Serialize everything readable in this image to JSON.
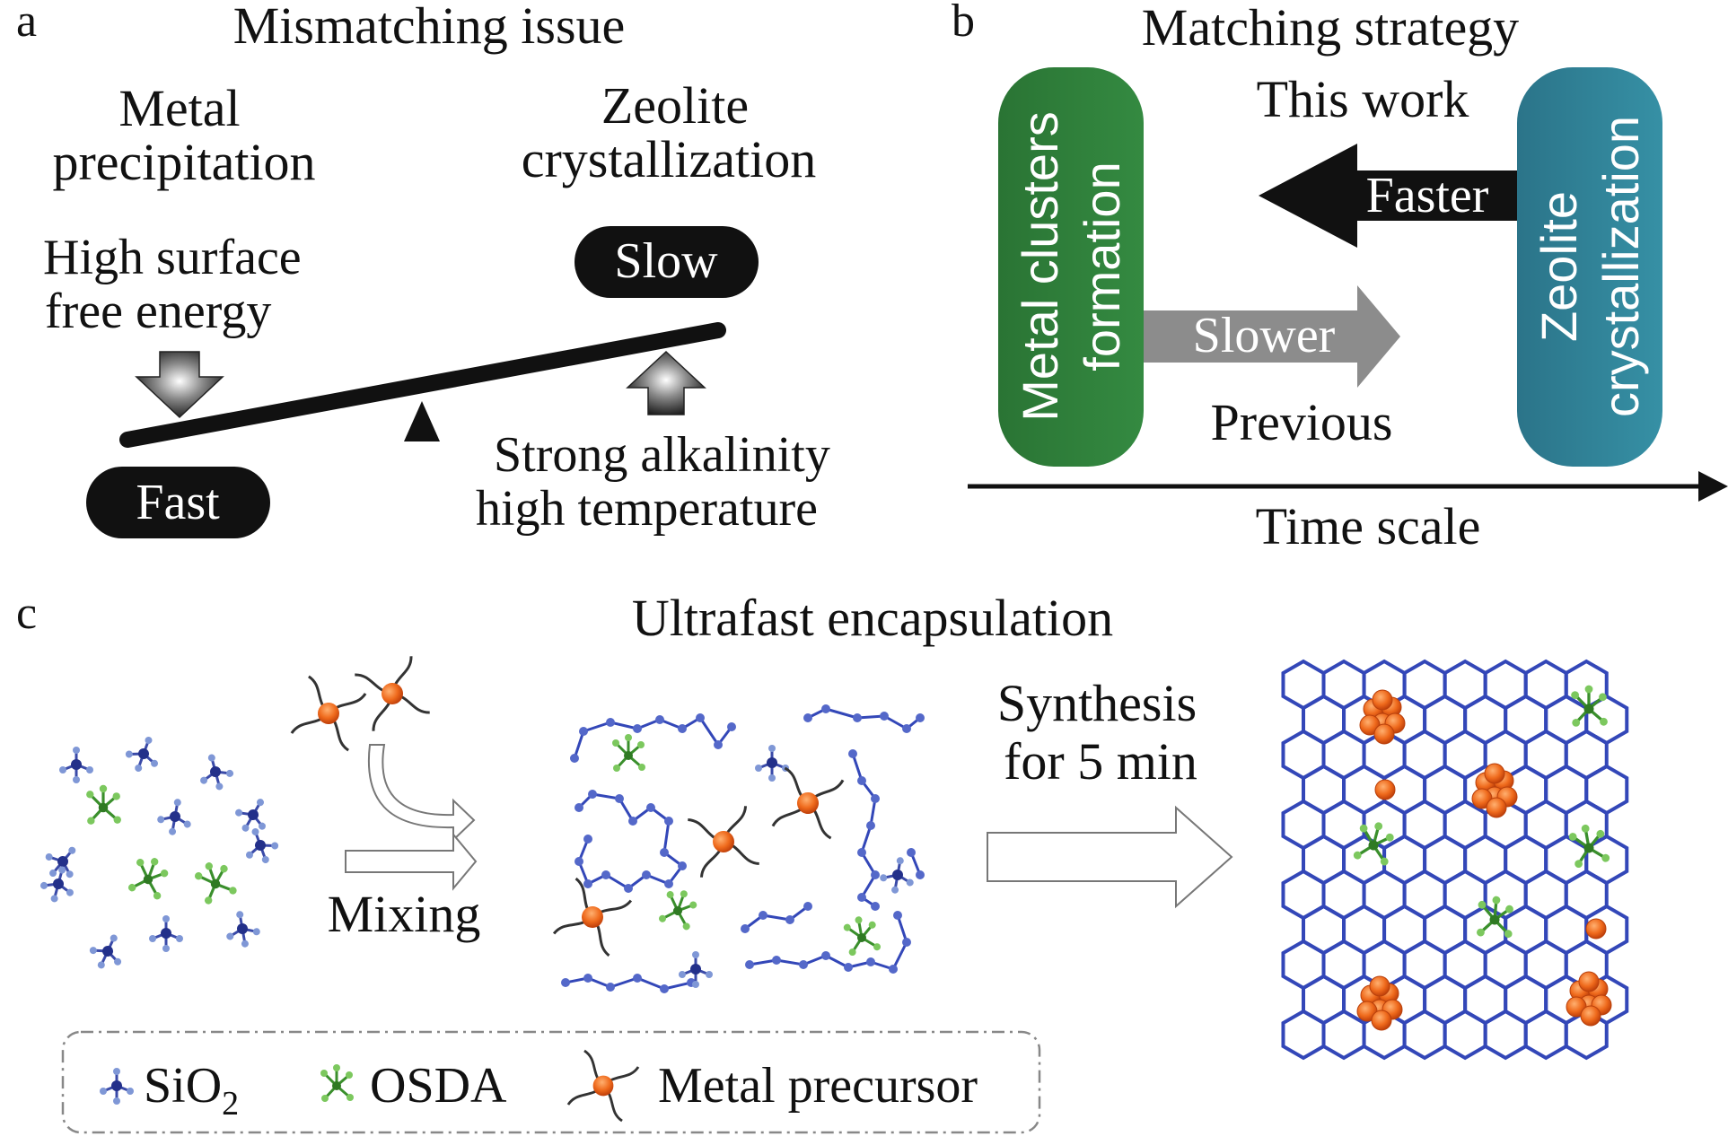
{
  "panel_a": {
    "letter": "a",
    "title": "Mismatching issue",
    "left_heading": [
      "Metal",
      "precipitation"
    ],
    "right_heading": [
      "Zeolite",
      "crystallization"
    ],
    "left_note": [
      "High surface",
      "free energy"
    ],
    "right_note": [
      "Strong alkalinity",
      "high temperature"
    ],
    "fast_badge": "Fast",
    "slow_badge": "Slow"
  },
  "panel_b": {
    "letter": "b",
    "title": "Matching strategy",
    "this_work": "This work",
    "previous": "Previous",
    "faster": "Faster",
    "slower": "Slower",
    "metal_box": [
      "Metal clusters",
      "formation"
    ],
    "zeolite_box": [
      "Zeolite",
      "crystallization"
    ],
    "axis_label": "Time scale",
    "colors": {
      "metal_box": "#2f7d3b",
      "zeolite_box": "#2f7f93",
      "faster_arrow": "#111111",
      "slower_arrow": "#8c8c8c"
    }
  },
  "panel_c": {
    "letter": "c",
    "title": "Ultrafast encapsulation",
    "mixing": "Mixing",
    "synthesis": [
      "Synthesis",
      "for 5 min"
    ],
    "legend": {
      "sio2": "SiO",
      "sio2_sub": "2",
      "osda": "OSDA",
      "metal": "Metal precursor"
    },
    "colors": {
      "sio2": "#2f3b9c",
      "osda": "#4caa3a",
      "metal": "#e8601c",
      "framework": "#3347b8"
    }
  }
}
